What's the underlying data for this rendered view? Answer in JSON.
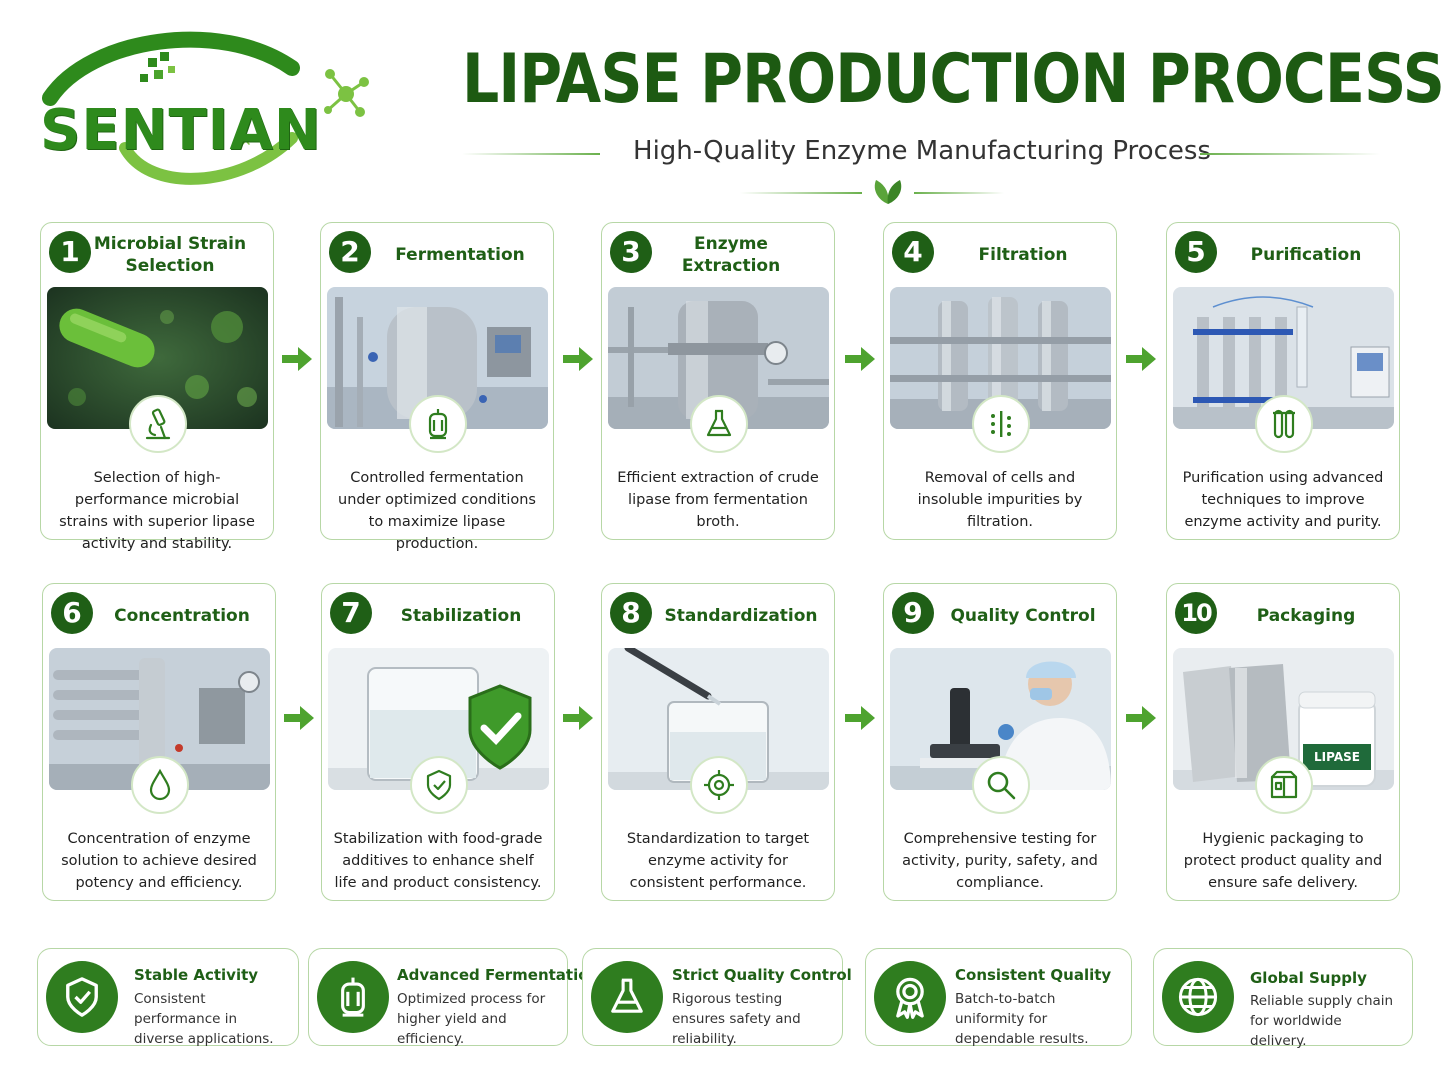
{
  "brand": {
    "name": "SENTIAN"
  },
  "header": {
    "title": "LIPASE PRODUCTION PROCESS",
    "subtitle": "High-Quality Enzyme Manufacturing Process"
  },
  "colors": {
    "dark_green": "#1f5f16",
    "green": "#2f7d1f",
    "light_green": "#6ab04c",
    "border": "#b7d7a6"
  },
  "steps": [
    {
      "number": "1",
      "title": "Microbial Strain Selection",
      "description": "Selection of high-performance microbial strains with superior lipase activity and stability.",
      "icon": "microscope-icon",
      "image": "microbe-image"
    },
    {
      "number": "2",
      "title": "Fermentation",
      "description": "Controlled fermentation under optimized conditions to maximize lipase production.",
      "icon": "bioreactor-icon",
      "image": "fermenter-image"
    },
    {
      "number": "3",
      "title": "Enzyme Extraction",
      "description": "Efficient extraction of crude lipase from fermentation broth.",
      "icon": "flask-icon",
      "image": "extraction-tank-image"
    },
    {
      "number": "4",
      "title": "Filtration",
      "description": "Removal of cells and insoluble impurities by filtration.",
      "icon": "filter-icon",
      "image": "filter-housing-image"
    },
    {
      "number": "5",
      "title": "Purification",
      "description": "Purification using advanced techniques to improve enzyme activity and purity.",
      "icon": "test-tubes-icon",
      "image": "chromatography-image"
    },
    {
      "number": "6",
      "title": "Concentration",
      "description": "Concentration of enzyme solution to achieve desired potency and efficiency.",
      "icon": "droplet-icon",
      "image": "concentrator-image"
    },
    {
      "number": "7",
      "title": "Stabilization",
      "description": "Stabilization with food-grade additives to enhance shelf life and product consistency.",
      "icon": "shield-check-icon",
      "image": "beaker-shield-image"
    },
    {
      "number": "8",
      "title": "Standardization",
      "description": "Standardization to target enzyme activity for consistent performance.",
      "icon": "target-icon",
      "image": "pipette-beaker-image"
    },
    {
      "number": "9",
      "title": "Quality Control",
      "description": "Comprehensive testing for activity, purity, safety, and compliance.",
      "icon": "magnifier-icon",
      "image": "lab-technician-image"
    },
    {
      "number": "10",
      "title": "Packaging",
      "description": "Hygienic packaging to protect product quality and ensure safe delivery.",
      "icon": "package-icon",
      "image": "packaging-image",
      "product_label": "LIPASE"
    }
  ],
  "features": [
    {
      "title": "Stable Activity",
      "description": "Consistent performance in diverse applications.",
      "icon": "shield-check-icon"
    },
    {
      "title": "Advanced Fermentation",
      "description": "Optimized process for higher yield and efficiency.",
      "icon": "bioreactor-icon"
    },
    {
      "title": "Strict Quality Control",
      "description": "Rigorous testing ensures safety and reliability.",
      "icon": "flask-icon"
    },
    {
      "title": "Consistent Quality",
      "description": "Batch-to-batch uniformity for dependable results.",
      "icon": "award-icon"
    },
    {
      "title": "Global Supply",
      "description": "Reliable supply chain for worldwide delivery.",
      "icon": "globe-icon"
    }
  ]
}
